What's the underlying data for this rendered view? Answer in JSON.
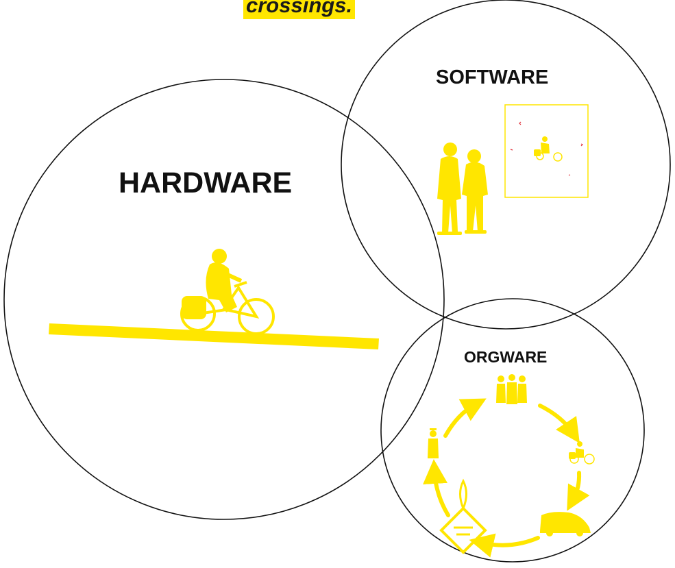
{
  "caption": "crossings.",
  "colors": {
    "accent": "#ffe600",
    "outline": "#111111",
    "marker": "#e0303a"
  },
  "sets": {
    "hardware": {
      "label": "HARDWARE",
      "icon": "cyclist-on-slope-icon"
    },
    "software": {
      "label": "SOFTWARE",
      "icons": [
        "pedestrians-icon",
        "screen-with-cyclist-icon"
      ]
    },
    "orgware": {
      "label": "ORGWARE",
      "cycle_icons": [
        "group-of-people-icon",
        "cyclist-icon",
        "car-icon",
        "traffic-sign-icon",
        "police-officer-icon"
      ]
    }
  }
}
